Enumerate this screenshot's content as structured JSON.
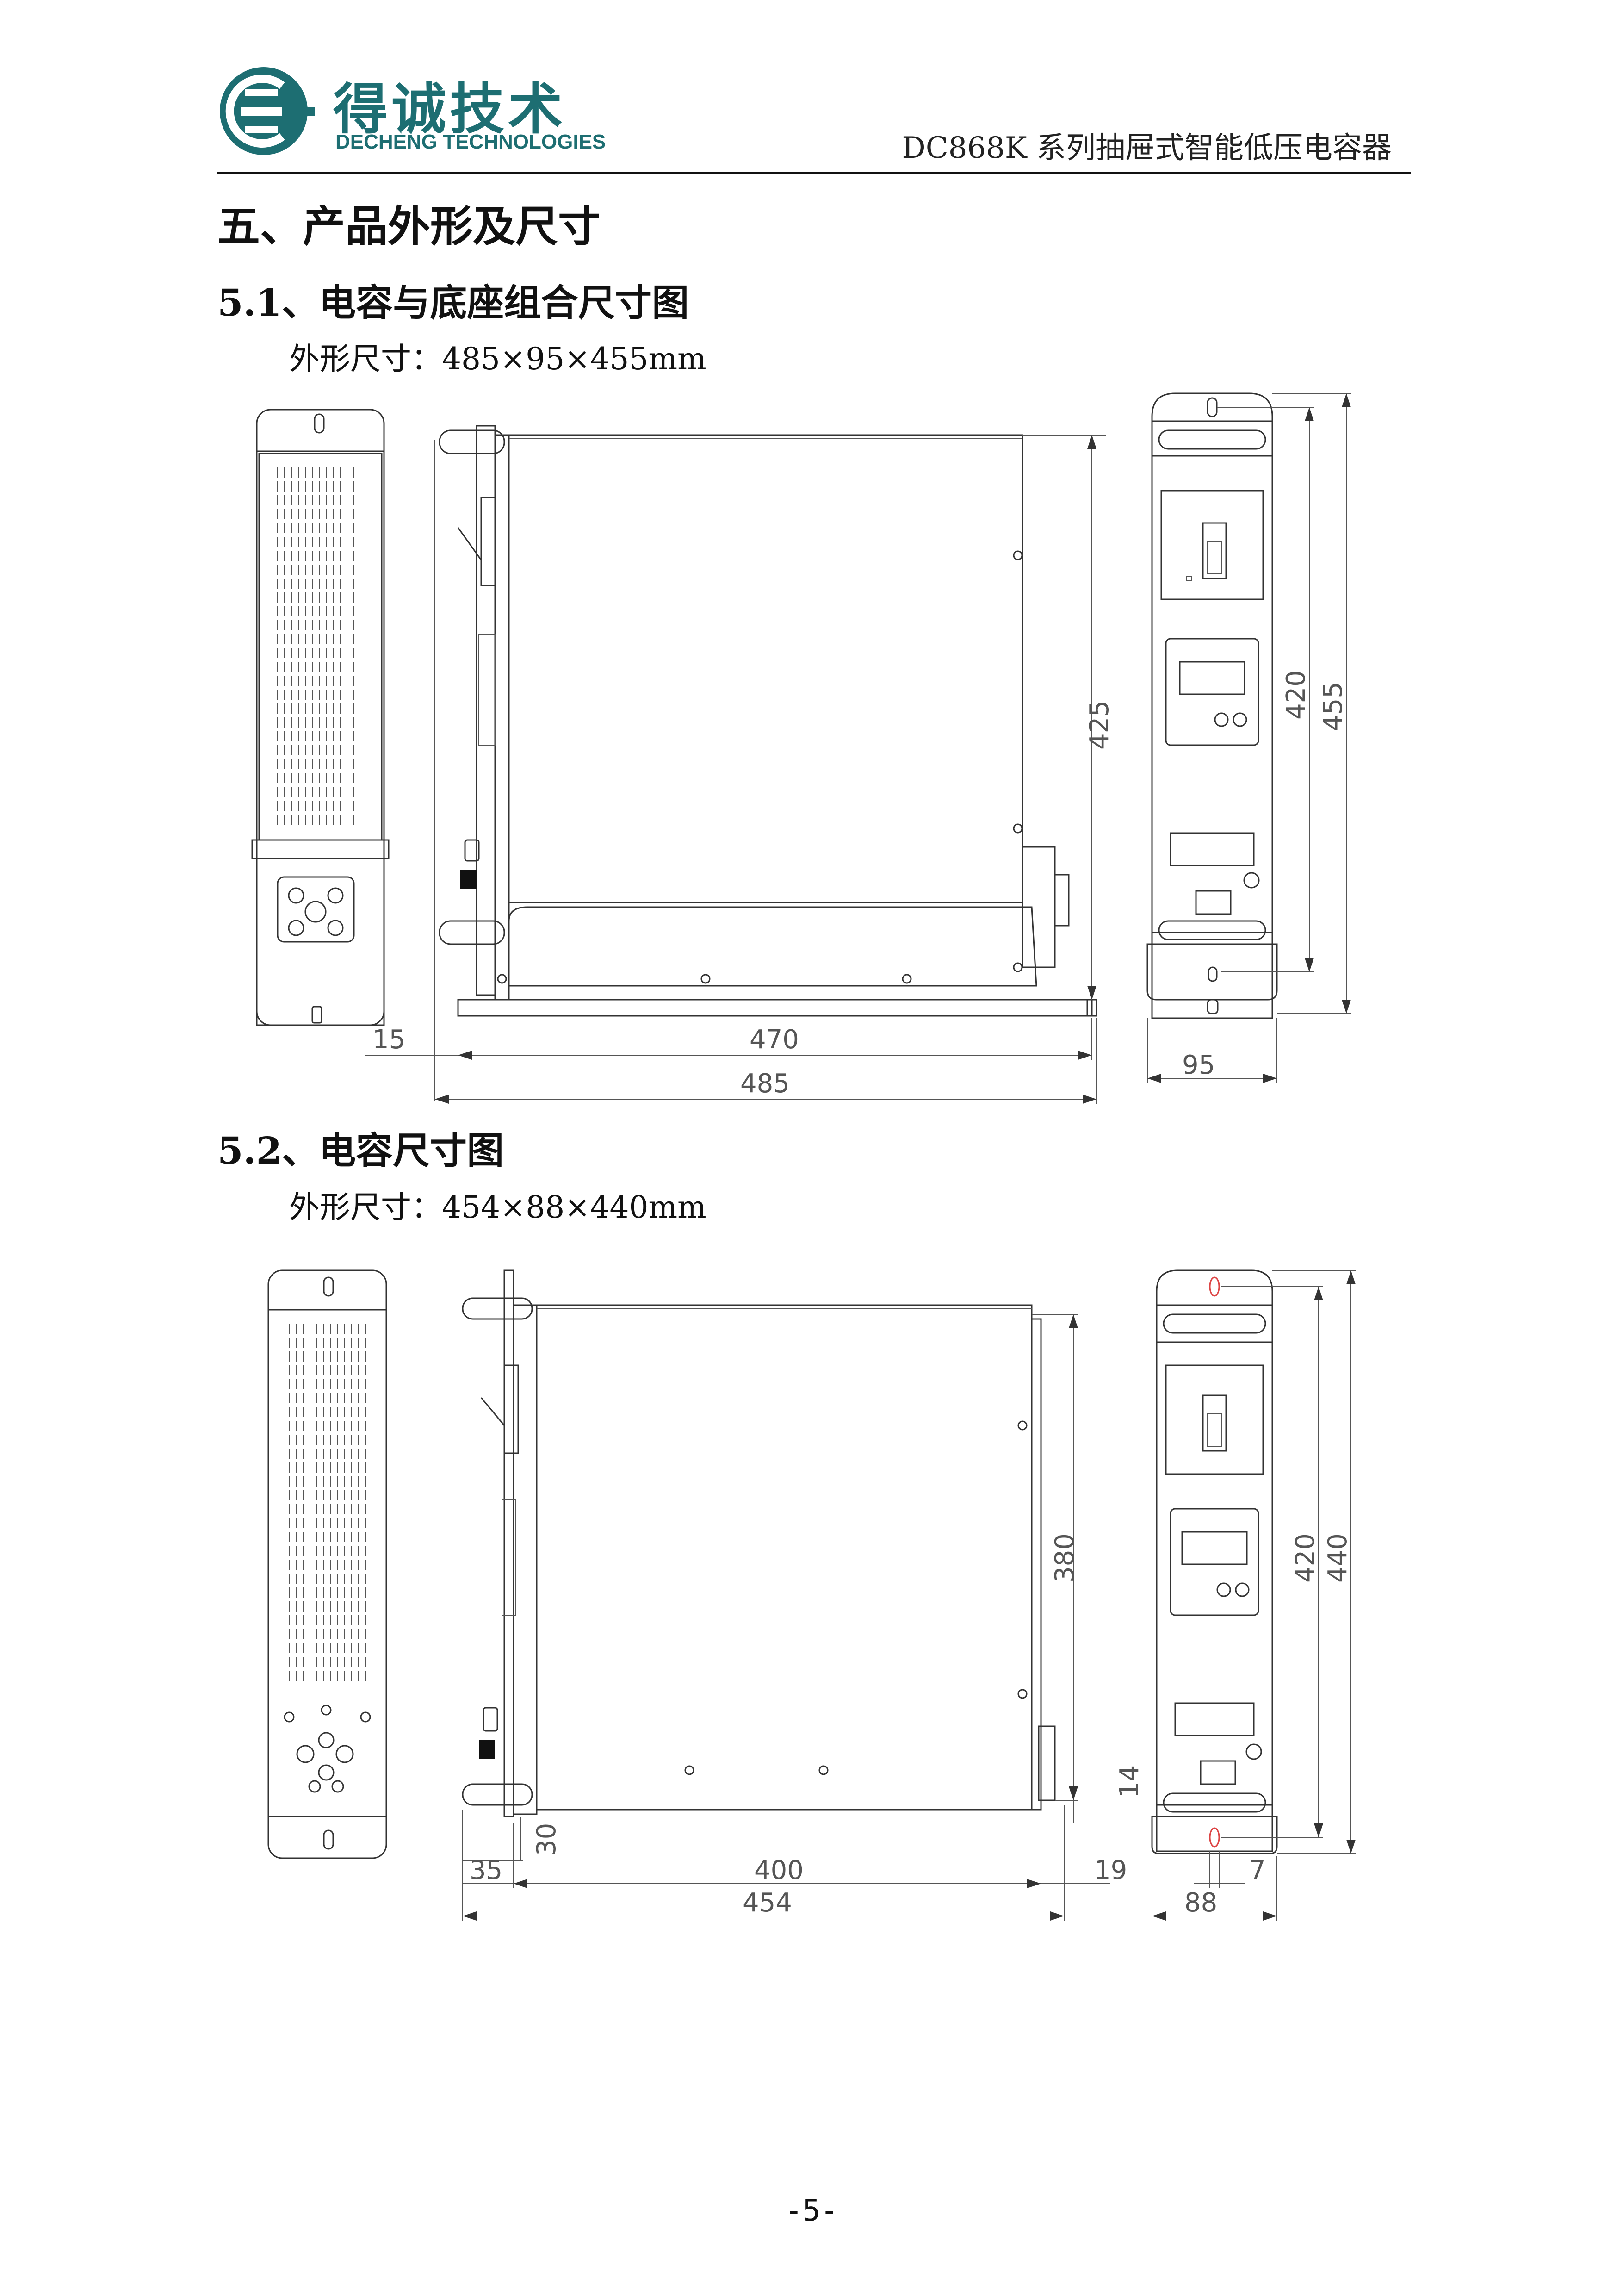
{
  "header": {
    "logo_text": "得诚技术",
    "logo_sub": "DECHENG TECHNOLOGIES",
    "doc_title": "DC868K 系列抽屉式智能低压电容器"
  },
  "section": {
    "title": "五、产品外形及尺寸"
  },
  "sub1": {
    "title": "5.1、电容与底座组合尺寸图",
    "dims_label": "外形尺寸：485×95×455mm",
    "dimensions": {
      "d15": "15",
      "d470": "470",
      "d485": "485",
      "d425": "425",
      "d420": "420",
      "d455": "455",
      "d95": "95"
    }
  },
  "sub2": {
    "title": "5.2、电容尺寸图",
    "dims_label": "外形尺寸：454×88×440mm",
    "dimensions": {
      "d35": "35",
      "d400": "400",
      "d454": "454",
      "d380": "380",
      "d30": "30",
      "d14": "14",
      "d19": "19",
      "d7": "7",
      "d88": "88",
      "d420": "420",
      "d440": "440"
    }
  },
  "footer": {
    "page": "-5-"
  }
}
